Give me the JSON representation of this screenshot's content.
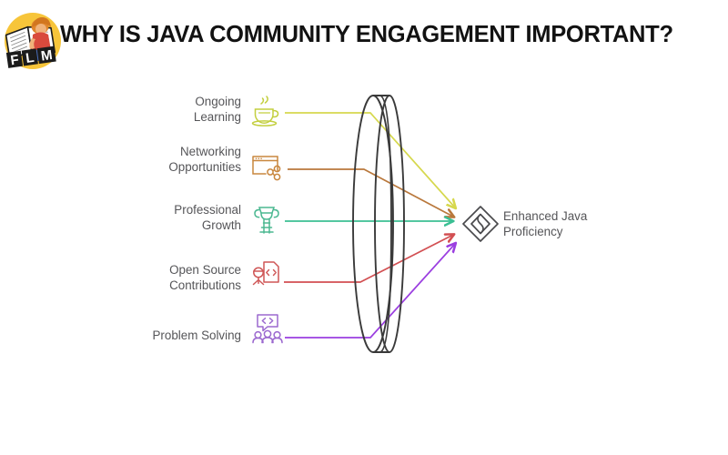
{
  "header": {
    "title": "WHY IS JAVA COMMUNITY ENGAGEMENT IMPORTANT?",
    "logo_name": "flm-book-logo",
    "logo_letters": "FLM",
    "title_color": "#121212"
  },
  "diagram": {
    "type": "convergence-funnel",
    "center_shape": "lens-disc",
    "center_shape_color": "#3a3a3a",
    "label_color": "#555558",
    "sources": [
      {
        "label": "Ongoing\nLearning",
        "icon": "java-coffee-cup-icon",
        "color": "#c3cf3f",
        "arrow_color": "#d6d84e"
      },
      {
        "label": "Networking\nOpportunities",
        "icon": "browser-network-share-icon",
        "color": "#c9873f",
        "arrow_color": "#b9783c"
      },
      {
        "label": "Professional\nGrowth",
        "icon": "trophy-ladder-icon",
        "color": "#4bb891",
        "arrow_color": "#3bbf93"
      },
      {
        "label": "Open Source\nContributions",
        "icon": "developer-code-document-icon",
        "color": "#cf5757",
        "arrow_color": "#d24f52"
      },
      {
        "label": "Problem Solving",
        "icon": "code-bubble-people-icon",
        "color": "#9b68cf",
        "arrow_color": "#9b3fe0"
      }
    ],
    "target": {
      "label": "Enhanced Java\nProficiency",
      "icon": "diamond-gem-icon",
      "color": "#4a4a4d"
    }
  }
}
